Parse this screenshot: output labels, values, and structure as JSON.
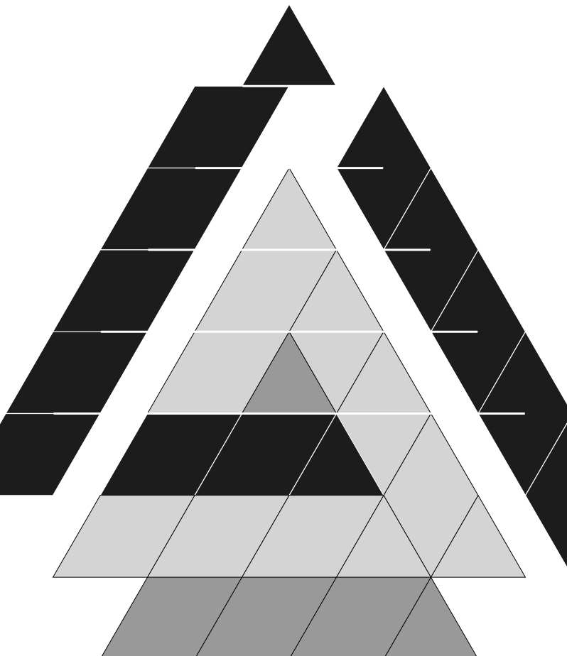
{
  "diagram": {
    "type": "rhombus-and-triangle tiling of a large triangle",
    "colors": {
      "dark": "#1c1c1c",
      "light": "#d4d4d4",
      "medium": "#999999",
      "outline": "#000000",
      "seam": "#ffffff"
    },
    "rows": [
      {
        "row": 0,
        "tiles": [
          "dark-triangle"
        ]
      },
      {
        "row": 1,
        "tiles": [
          "dark-rhombus",
          "dark-rhombus-down"
        ]
      },
      {
        "row": 2,
        "tiles": [
          "dark-rhombus",
          "light-triangle",
          "dark-rhombus-down"
        ]
      },
      {
        "row": 3,
        "tiles": [
          "dark-rhombus",
          "light-rhombus",
          "light-rhombus-down",
          "dark-rhombus-down"
        ]
      },
      {
        "row": 4,
        "tiles": [
          "dark-rhombus",
          "light-rhombus",
          "medium-triangle",
          "light-rhombus-down",
          "dark-rhombus-down"
        ]
      },
      {
        "row": 5,
        "tiles": [
          "dark-rhombus",
          "dark-rhombus",
          "dark-rhombus",
          "dark-triangle",
          "light-rhombus-down",
          "dark-rhombus-down",
          "dark-triangle"
        ]
      },
      {
        "row": 6,
        "tiles": [
          "light-rhombus",
          "light-rhombus",
          "light-rhombus",
          "light-triangle",
          "light-rhombus-down",
          "light-triangle"
        ]
      },
      {
        "row": 7,
        "tiles": [
          "medium-rhombus",
          "medium-rhombus",
          "medium-rhombus",
          "medium-triangle"
        ]
      }
    ]
  }
}
